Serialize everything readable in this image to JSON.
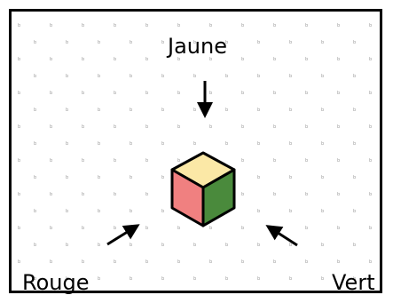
{
  "labels": {
    "top": "Jaune",
    "left": "Rouge",
    "right": "Vert"
  },
  "cube": {
    "top_face_color": "#fbe8a6",
    "left_face_color": "#f08080",
    "right_face_color": "#4a8a3c",
    "outline_color": "#000000"
  },
  "arrows": [
    {
      "from": "top-label",
      "points_to": "top-face"
    },
    {
      "from": "left-label",
      "points_to": "left-face"
    },
    {
      "from": "right-label",
      "points_to": "right-face"
    }
  ],
  "background": {
    "dot_glyph": "b",
    "dot_color": "#9a9a9a"
  }
}
